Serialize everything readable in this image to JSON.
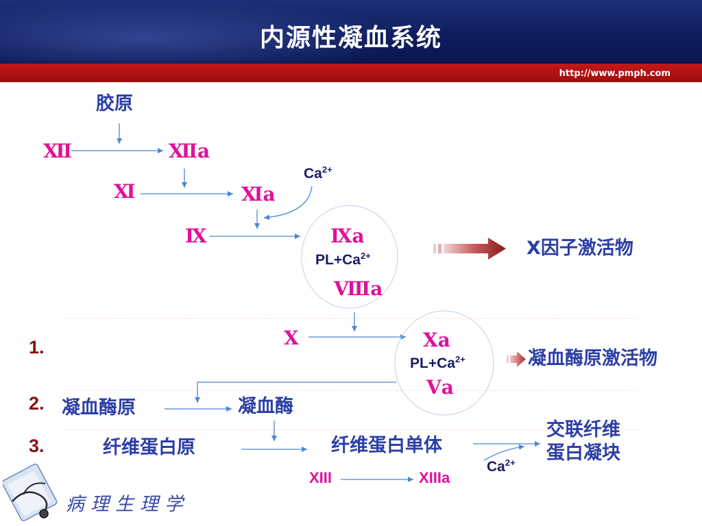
{
  "header": {
    "title": "内源性凝血系统",
    "url": "http://www.pmph.com"
  },
  "diagram": {
    "collagen": "胶原",
    "f12": "Ⅻ",
    "f12a": "Ⅻa",
    "f11": "Ⅺ",
    "f11a": "Ⅺa",
    "ca_1": {
      "base": "Ca",
      "sup": "2+"
    },
    "f9": "Ⅸ",
    "f9a": "Ⅸa",
    "pl_ca_1": {
      "base": "PL+Ca",
      "sup": "2+"
    },
    "f8a": "Ⅷa",
    "x_activator": "Ⅹ因子激活物",
    "f10": "Ⅹ",
    "f10a": "Ⅹa",
    "pl_ca_2": {
      "base": "PL+Ca",
      "sup": "2+"
    },
    "f5a": "Ⅴa",
    "prothrombin_activator": "凝血酶原激活物",
    "step1": "1.",
    "step2": "2.",
    "step3": "3.",
    "prothrombin": "凝血酶原",
    "thrombin": "凝血酶",
    "fibrinogen": "纤维蛋白原",
    "fibrin_monomer": "纤维蛋白单体",
    "crosslinked_line1": "交联纤维",
    "crosslinked_line2": "蛋白凝块",
    "f13": "XIII",
    "f13a": "XIIIa",
    "ca_2": {
      "base": "Ca",
      "sup": "2+"
    }
  },
  "footer": {
    "subject": "病理生理学"
  }
}
